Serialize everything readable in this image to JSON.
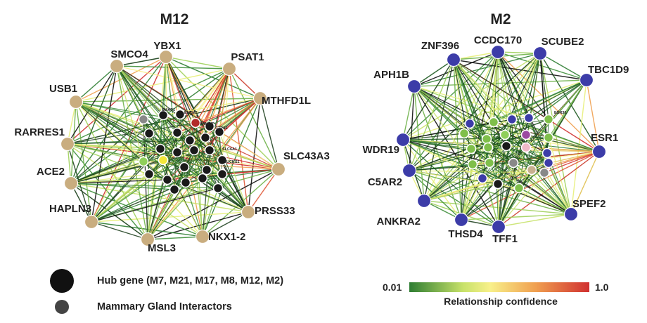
{
  "networks": [
    {
      "id": "M12",
      "title": "M12",
      "hub_color": "#c9ad7f",
      "hubs": [
        "YBX1",
        "PSAT1",
        "MTHFD1L",
        "SLC43A3",
        "PRSS33",
        "NKX1-2",
        "MSL3",
        "HAPLN3",
        "ACE2",
        "RARRES1",
        "USB1",
        "SMCO4"
      ],
      "interactor_labels": [
        "SMAP1",
        "ELISA1",
        "ANKRIP",
        "CTPS1",
        "SLC6A1",
        "NUCKS1",
        "NUAGR1",
        "CTNG7"
      ]
    },
    {
      "id": "M2",
      "title": "M2",
      "hub_color": "#3c3ca8",
      "hubs": [
        "CCDC170",
        "SCUBE2",
        "TBC1D9",
        "ESR1",
        "SPEF2",
        "TFF1",
        "THSD4",
        "ANKRA2",
        "C5AR2",
        "WDR19",
        "APH1B",
        "ZNF396"
      ],
      "interactor_labels": [
        "ESR36"
      ]
    }
  ],
  "legend": {
    "hub_label": "Hub gene (M7, M21, M17, M8, M12, M2)",
    "interactor_label": "Mammary Gland Interactors"
  },
  "color_scale": {
    "min_label": "0.01",
    "max_label": "1.0",
    "title": "Relationship confidence",
    "colors": [
      "#2e7d32",
      "#c8e26a",
      "#f8f08a",
      "#f0a050",
      "#d03030"
    ]
  }
}
